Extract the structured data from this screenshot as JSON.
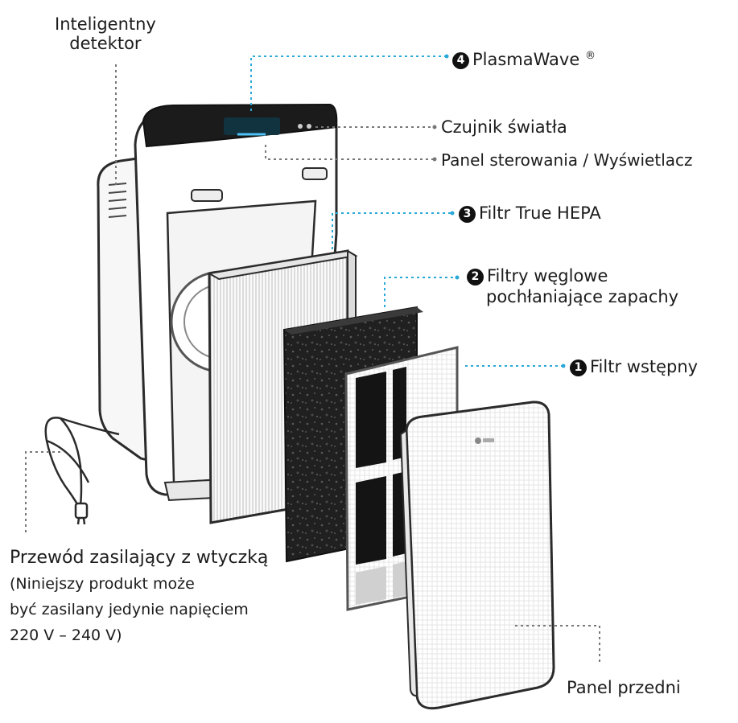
{
  "labels": {
    "detector": [
      "Inteligentny",
      "detektor"
    ],
    "plasmawave": {
      "number": "4",
      "text": "PlasmaWave",
      "mark": "®"
    },
    "light_sensor": "Czujnik światła",
    "control_panel": "Panel sterowania / Wyświetlacz",
    "hepa": {
      "number": "3",
      "text": "Filtr True HEPA"
    },
    "carbon": {
      "number": "2",
      "lines": [
        "Filtry węglowe",
        "pochłaniające zapachy"
      ]
    },
    "prefilter": {
      "number": "1",
      "text": "Filtr wstępny"
    },
    "power_cord": {
      "title": "Przewód zasilający z wtyczką",
      "note": [
        "(Niniejszy produkt może",
        "być zasilany jedynie napięciem",
        "220 V – 240 V)"
      ]
    },
    "front_panel": "Panel przedni"
  },
  "colors": {
    "leader_blue": "#29a9d8",
    "leader_gray": "#777777",
    "outline": "#2b2b2b",
    "carbon": "#1e1e1e"
  }
}
